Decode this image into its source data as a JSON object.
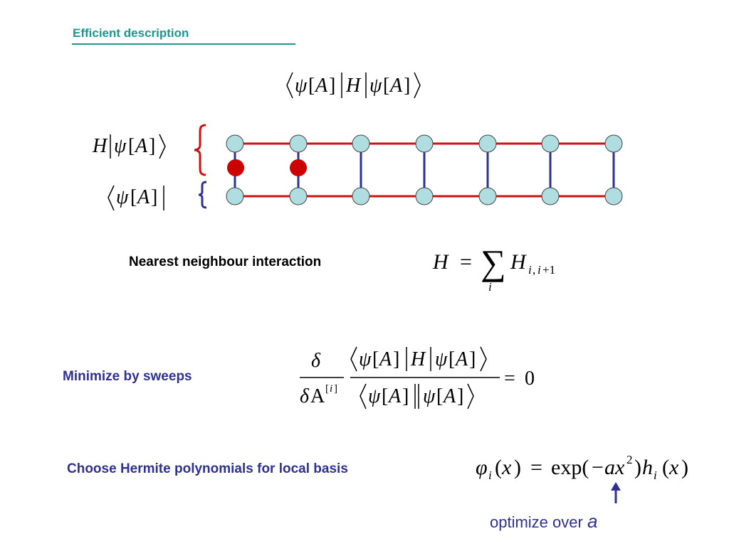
{
  "slide": {
    "title": "Efficient description",
    "labels": {
      "nearest": "Nearest neighbour interaction",
      "minimize": "Minimize by sweeps",
      "hermite": "Choose Hermite polynomials for local basis",
      "optimize_prefix": "optimize over",
      "optimize_var": "a"
    }
  },
  "colors": {
    "title": "#17998f",
    "accent_blue": "#2e3192",
    "chain_red": "#cc1111",
    "site_fill": "#b0dde0",
    "operator_dot": "#cc0000"
  }
}
